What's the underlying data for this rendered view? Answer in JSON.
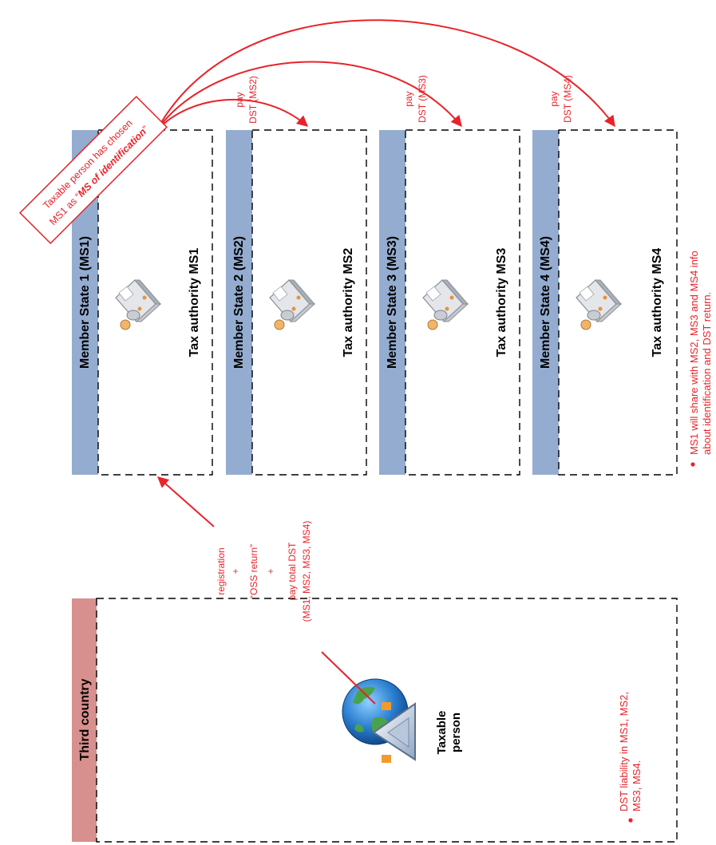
{
  "callout": {
    "line1": "Taxable person has chosen",
    "line2_prefix": "MS1 as “",
    "line2_bold": "MS of identification",
    "line2_suffix": "”"
  },
  "member_states": [
    {
      "header": "Member State 1  (MS1)",
      "authority": "Tax authority MS1",
      "pay_line1": "",
      "pay_line2": ""
    },
    {
      "header": "Member State 2  (MS2)",
      "authority": "Tax authority MS2",
      "pay_line1": "pay",
      "pay_line2": "DST (MS2)"
    },
    {
      "header": "Member State 3  (MS3)",
      "authority": "Tax authority MS3",
      "pay_line1": "pay",
      "pay_line2": "DST (MS3)"
    },
    {
      "header": "Member State 4  (MS4)",
      "authority": "Tax authority MS4",
      "pay_line1": "pay",
      "pay_line2": "DST (MS4)"
    }
  ],
  "third_country": {
    "header": "Third country",
    "person_line1": "Taxable",
    "person_line2": "person",
    "bullet_line1": "DST liability in MS1, MS2,",
    "bullet_line2": "MS3, MS4."
  },
  "registration": {
    "line1": "registration",
    "line2": "+",
    "line3": "“OSS return”",
    "line4": "+",
    "line5": "pay total DST",
    "line6": "(MS1, MS2, MS3, MS4)"
  },
  "info_note": {
    "line1": "MS1 will share with MS2, MS3 and MS4 info",
    "line2": "about identification and DST return."
  },
  "colors": {
    "accent_red": "#e8232a",
    "ms_header_blue": "#94acd0",
    "third_country_header": "#d7908d",
    "box_border": "#000000"
  }
}
